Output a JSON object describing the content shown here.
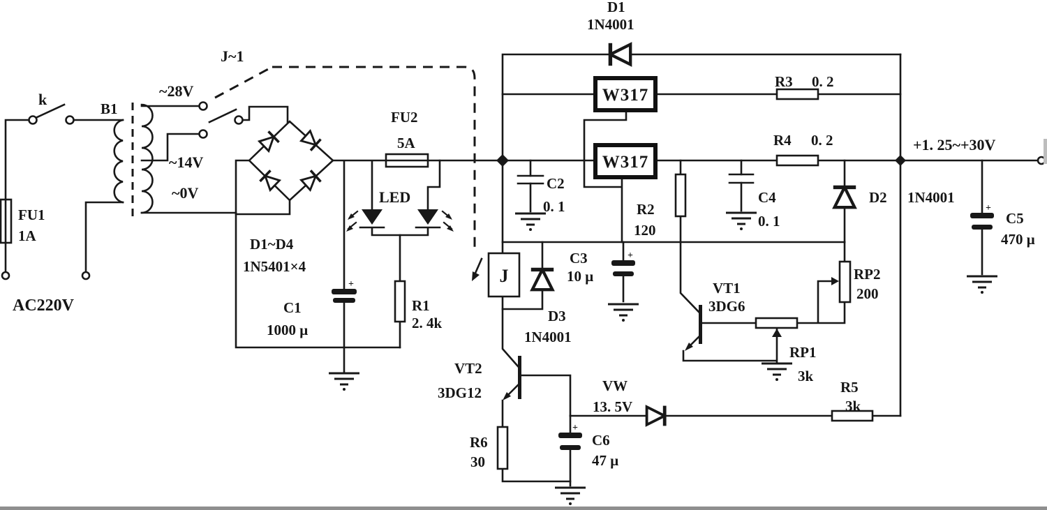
{
  "colors": {
    "ink": "#181818",
    "paper": "#ffffff"
  },
  "symbols": {
    "plus": "+"
  },
  "components": {
    "k": {
      "ref": "k"
    },
    "b1": {
      "ref": "B1"
    },
    "fu1": {
      "ref": "FU1",
      "value": "1A"
    },
    "ac_input": {
      "label": "AC220V"
    },
    "taps": {
      "t28": "~28V",
      "t14": "~14V",
      "t0": "~0V"
    },
    "relay_contact": {
      "ref": "J~1"
    },
    "bridge": {
      "ref": "D1~D4",
      "value": "1N5401×4"
    },
    "fu2": {
      "ref": "FU2",
      "value": "5A"
    },
    "led": {
      "ref": "LED"
    },
    "c1": {
      "ref": "C1",
      "value": "1000 μ"
    },
    "r1": {
      "ref": "R1",
      "value": "2. 4k"
    },
    "d1": {
      "ref": "D1",
      "value": "1N4001"
    },
    "reg1": {
      "part": "W317"
    },
    "reg2": {
      "part": "W317"
    },
    "r3": {
      "ref": "R3",
      "value": "0. 2"
    },
    "r4": {
      "ref": "R4",
      "value": "0. 2"
    },
    "c2": {
      "ref": "C2",
      "value": "0. 1"
    },
    "r2": {
      "ref": "R2",
      "value": "120"
    },
    "c4": {
      "ref": "C4",
      "value": "0. 1"
    },
    "d2": {
      "ref": "D2",
      "value": "1N4001"
    },
    "output": {
      "label": "+1. 25~+30V"
    },
    "c5": {
      "ref": "C5",
      "value": "470 μ"
    },
    "relay_coil": {
      "ref": "J"
    },
    "c3": {
      "ref": "C3",
      "value": "10 μ"
    },
    "d3": {
      "ref": "D3",
      "value": "1N4001"
    },
    "vt1": {
      "ref": "VT1",
      "value": "3DG6"
    },
    "rp2": {
      "ref": "RP2",
      "value": "200"
    },
    "rp1": {
      "ref": "RP1",
      "value": "3k"
    },
    "vt2": {
      "ref": "VT2",
      "value": "3DG12"
    },
    "vw": {
      "ref": "VW",
      "value": "13. 5V"
    },
    "r6": {
      "ref": "R6",
      "value": "30"
    },
    "c6": {
      "ref": "C6",
      "value": "47 μ"
    },
    "r5": {
      "ref": "R5",
      "value": "3k"
    }
  }
}
